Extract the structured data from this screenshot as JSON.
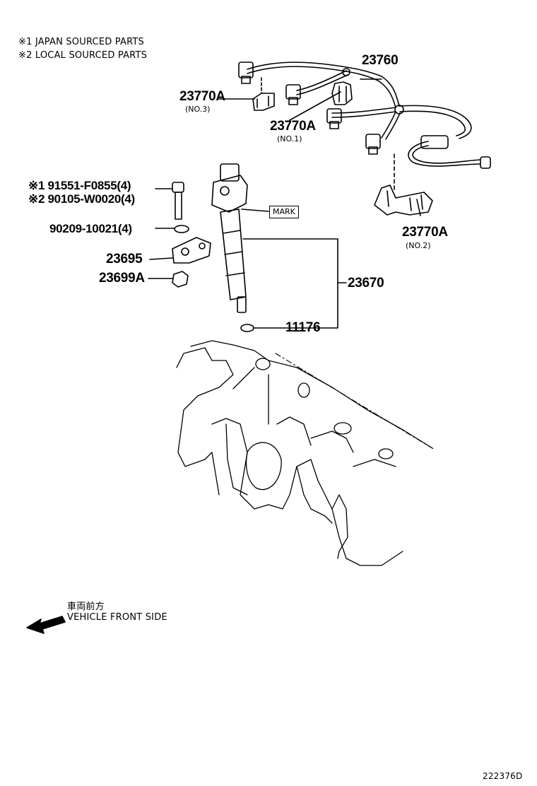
{
  "notes": {
    "note1": "※1 JAPAN SOURCED PARTS",
    "note2": "※2 LOCAL SOURCED PARTS"
  },
  "callouts": {
    "harness": "23760",
    "clamp_no3": "23770A",
    "clamp_no3_sub": "(NO.3)",
    "clamp_no1": "23770A",
    "clamp_no1_sub": "(NO.1)",
    "clamp_no2": "23770A",
    "clamp_no2_sub": "(NO.2)",
    "bolt_jp": "※1 91551-F0855(4)",
    "bolt_local": "※2 90105-W0020(4)",
    "washer": "90209-10021(4)",
    "clamp_bracket": "23695",
    "nut": "23699A",
    "injector": "23670",
    "gasket": "11176",
    "mark_label": "MARK"
  },
  "direction": {
    "jp": "車両前方",
    "en": "VEHICLE FRONT SIDE"
  },
  "figure_id": "222376D"
}
